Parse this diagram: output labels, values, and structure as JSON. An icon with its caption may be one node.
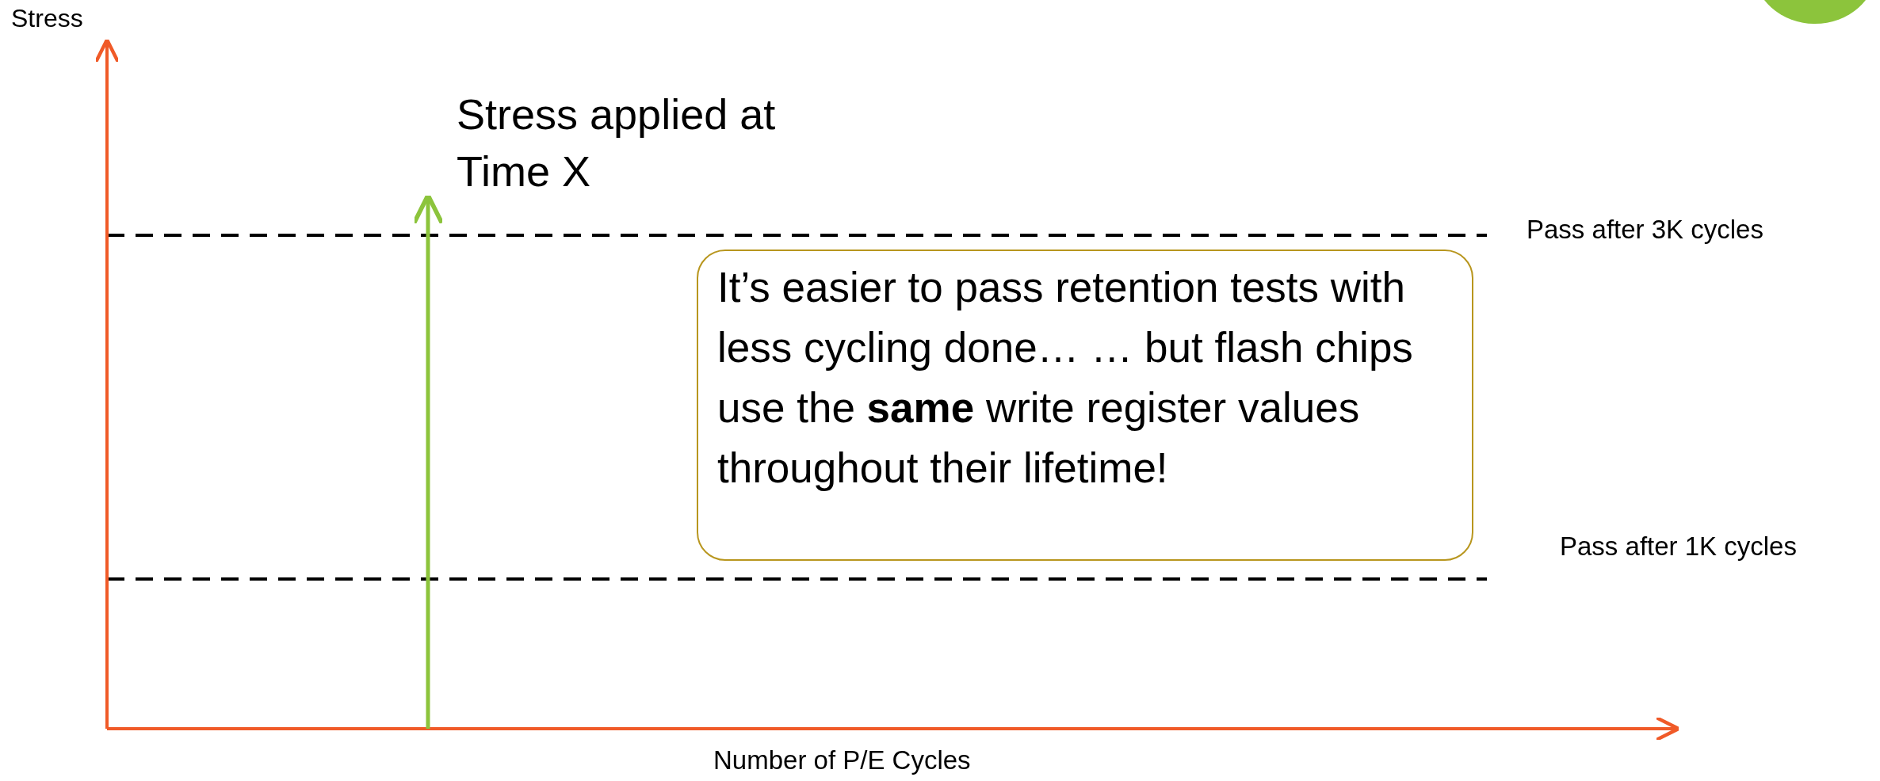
{
  "diagram": {
    "nodes": [
      {
        "text": [
          "It’s easier to pass retention tests with less cycling done… … but flash chips use the **same** write register values throughout their lifetime!"
        ]
      }
    ],
    "labels": [
      "Stress",
      "Stress applied at Time X",
      "Pass after 3K cycles",
      "Pass after 1K cycles",
      "Number of P/E Cycles"
    ]
  }
}
